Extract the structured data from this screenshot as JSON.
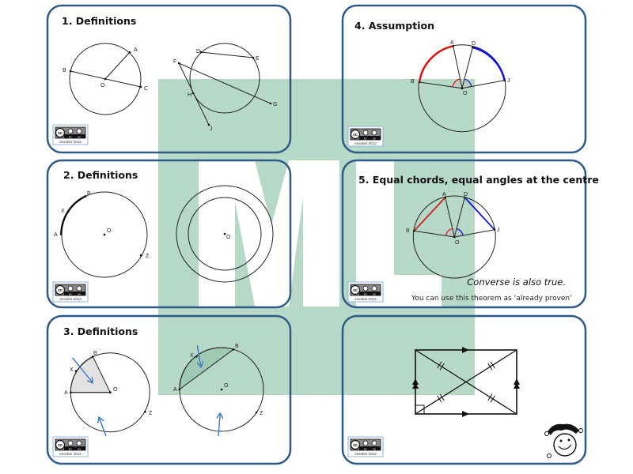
{
  "colors": {
    "panel_border": "#2f5a88",
    "watermark": "#b5d8c6",
    "red": "#e01010",
    "blue": "#1010e0",
    "arrow": "#3b78c2"
  },
  "panels": [
    {
      "title": "1. Definitions",
      "labels": {
        "A": "A",
        "B": "B",
        "C": "C",
        "O": "O",
        "D": "D",
        "E": "E",
        "F": "F",
        "G": "G",
        "H": "H",
        "J": "J"
      }
    },
    {
      "title": "2. Definitions",
      "labels": {
        "A": "A",
        "X": "X",
        "B": "B",
        "Z": "Z",
        "O": "O",
        "O2": "O"
      }
    },
    {
      "title": "3. Definitions",
      "labels": {
        "A": "A",
        "X": "X",
        "B": "B",
        "Z": "Z",
        "O": "O",
        "A2": "A",
        "X2": "X",
        "B2": "B",
        "Z2": "Z",
        "O2": "O"
      }
    },
    {
      "title": "4. Assumption",
      "labels": {
        "A": "A",
        "D": "D",
        "B": "B",
        "J": "J",
        "O": "O"
      }
    },
    {
      "title": "5. Equal chords, equal angles at the centre",
      "labels": {
        "A": "A",
        "D": "D",
        "B": "B",
        "J": "J",
        "O": "O"
      },
      "note_italic": "Converse is also true.",
      "note": "You can use this theorem as ‘already proven’"
    },
    {
      "title": ""
    }
  ],
  "license": {
    "badge": "cc",
    "by": "BY",
    "sa": "SA",
    "credit": "ensober 2012"
  },
  "icons": {
    "jester": "jester-logo-icon",
    "license": "cc-by-sa-icon"
  }
}
